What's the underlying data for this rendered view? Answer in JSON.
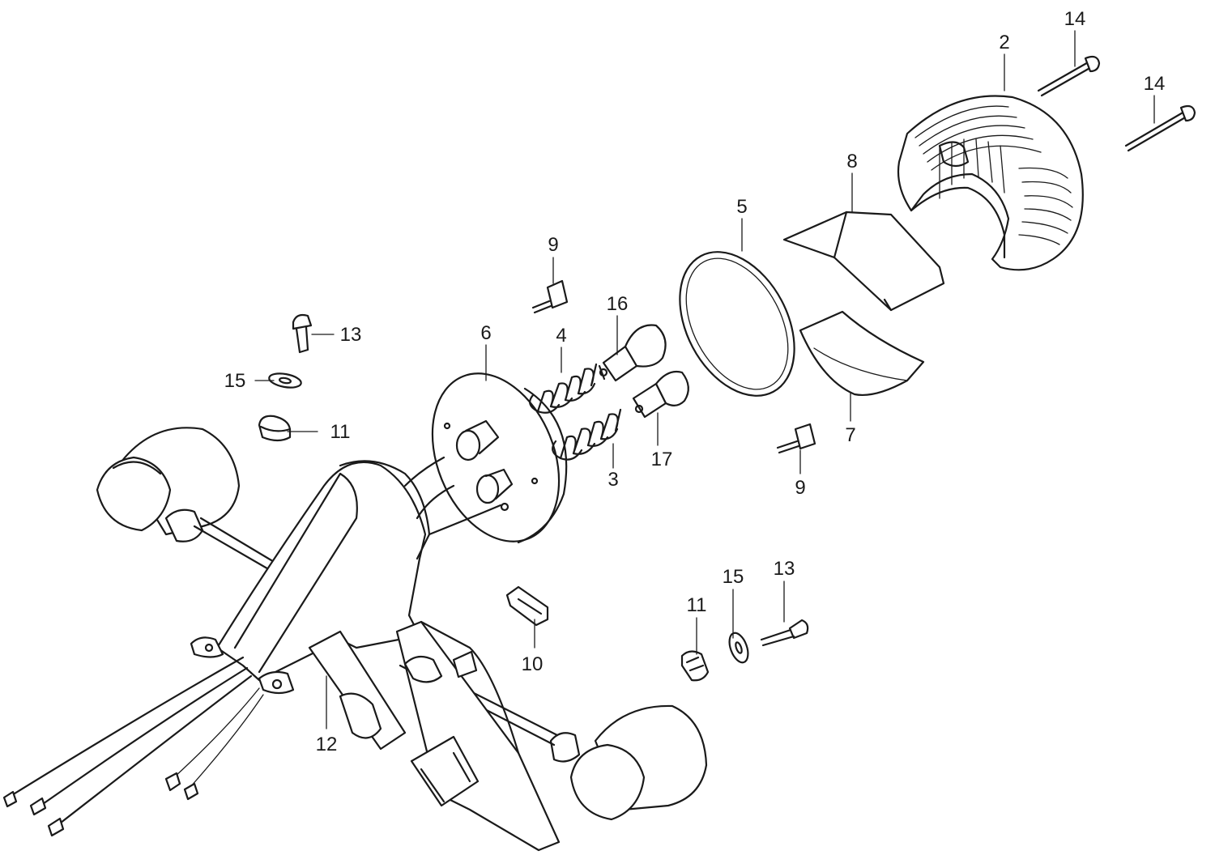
{
  "figure_type": "exploded parts diagram",
  "callouts": {
    "c2": "2",
    "c14a": "14",
    "c14b": "14",
    "c8": "8",
    "c5": "5",
    "c9a": "9",
    "c16": "16",
    "c4": "4",
    "c6": "6",
    "c13a": "13",
    "c15a": "15",
    "c11a": "11",
    "c17": "17",
    "c3": "3",
    "c7": "7",
    "c9b": "9",
    "c12": "12",
    "c10": "10",
    "c11b": "11",
    "c15b": "15",
    "c13b": "13"
  },
  "colors": {
    "ink": "#1a1a1a",
    "background": "#ffffff"
  }
}
